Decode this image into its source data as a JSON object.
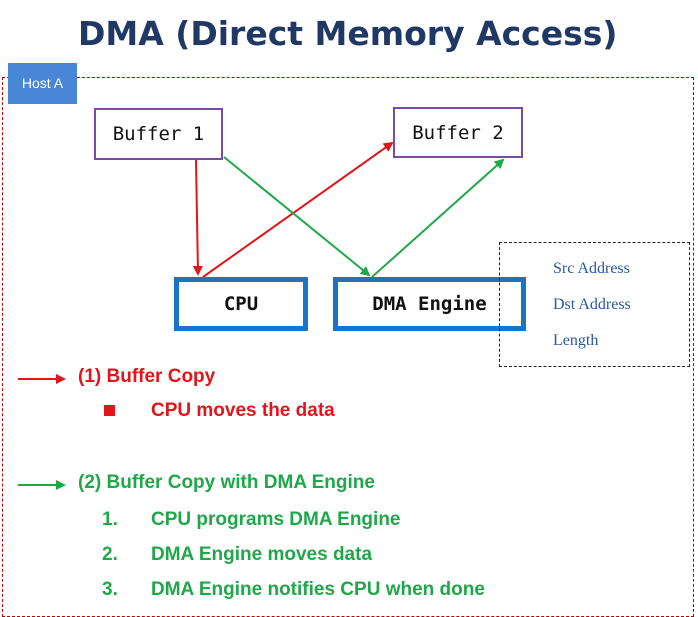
{
  "title": "DMA (Direct Memory Access)",
  "host_tag": "Host A",
  "nodes": {
    "buffer1": "Buffer 1",
    "buffer2": "Buffer 2",
    "cpu": "CPU",
    "dma_engine": "DMA Engine"
  },
  "registers": [
    "Src Address",
    "Dst Address",
    "Length"
  ],
  "legend": {
    "item1": {
      "label": "(1) Buffer Copy",
      "color": "#e0161b",
      "points": [
        "CPU moves the data"
      ]
    },
    "item2": {
      "label": "(2) Buffer Copy with DMA Engine",
      "color": "#1fa84a",
      "steps": [
        {
          "num": "1.",
          "text": "CPU programs DMA Engine"
        },
        {
          "num": "2.",
          "text": "DMA Engine moves data"
        },
        {
          "num": "3.",
          "text": "DMA Engine notifies CPU when done"
        }
      ]
    }
  },
  "colors": {
    "title": "#1f3864",
    "host_frame": "#c00000",
    "host_tag_bg": "#4a86d6",
    "buffer_border": "#7b4aa8",
    "engine_border": "#1a73c4",
    "register_text": "#2b579a"
  }
}
